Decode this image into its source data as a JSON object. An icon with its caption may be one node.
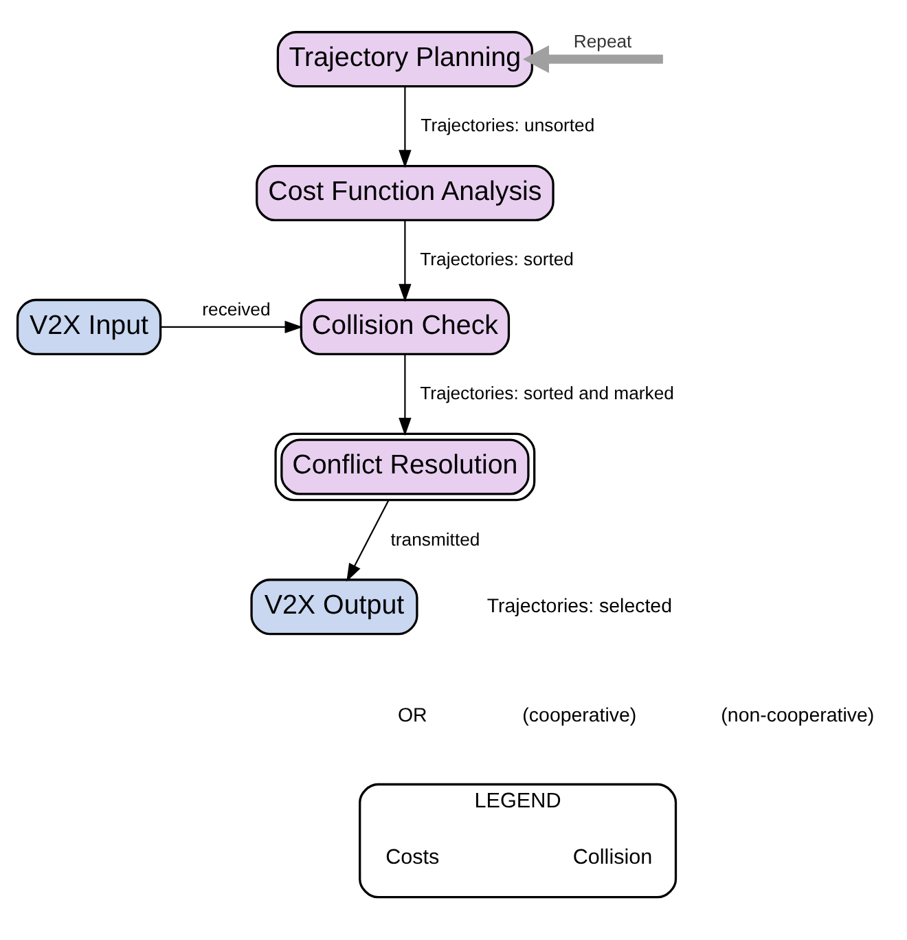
{
  "diagram": {
    "nodes": [
      {
        "text": [
          "Trajectory Planning"
        ]
      },
      {
        "text": [
          "Cost Function Analysis"
        ]
      },
      {
        "text": [
          "Collision Check"
        ]
      },
      {
        "text": [
          "V2X Input"
        ]
      },
      {
        "text": [
          "Conflict Resolution"
        ]
      },
      {
        "text": [
          "V2X Output"
        ]
      },
      {
        "text": [
          "LEGEND"
        ]
      }
    ],
    "edges": [
      {
        "from": 0,
        "to": 1,
        "arrow": "to",
        "label": "Trajectories: unsorted"
      },
      {
        "from": 1,
        "to": 2,
        "arrow": "to",
        "label": "Trajectories: sorted"
      },
      {
        "from": 3,
        "to": 2,
        "arrow": "to",
        "label": "received"
      },
      {
        "from": 2,
        "to": 4,
        "arrow": "to",
        "label": "Trajectories: sorted and marked"
      },
      {
        "from": 4,
        "to": 5,
        "arrow": "to",
        "label": "transmitted"
      },
      {
        "from": null,
        "to": 0,
        "arrow": "to",
        "label": "Repeat",
        "style": "thick",
        "color": "#a0a0a0"
      }
    ],
    "labels": [
      "Trajectories: selected",
      "OR",
      "(cooperative)",
      "(non-cooperative)"
    ],
    "legend": [
      {
        "text": "Costs"
      },
      {
        "text": "Collision"
      }
    ]
  }
}
